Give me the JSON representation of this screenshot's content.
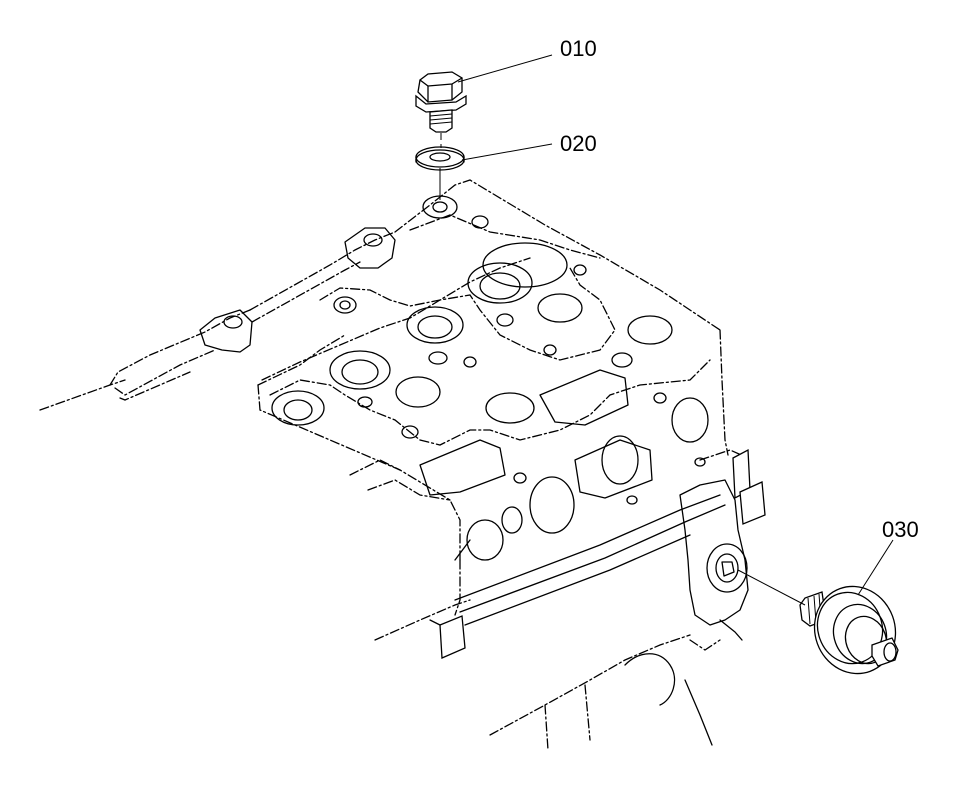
{
  "callouts": [
    {
      "id": "p010",
      "label": "010"
    },
    {
      "id": "p020",
      "label": "020"
    },
    {
      "id": "p030",
      "label": "030"
    }
  ]
}
